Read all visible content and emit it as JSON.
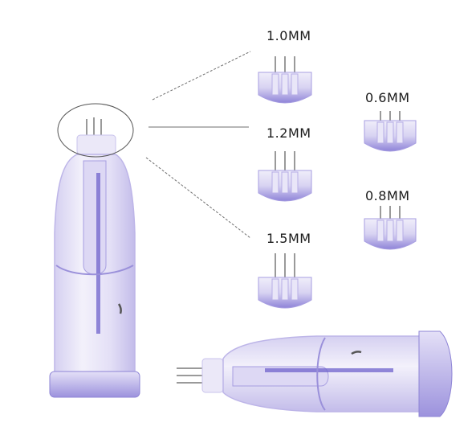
{
  "colors": {
    "plastic_light": "#e6e3f6",
    "plastic_mid": "#c7c1ec",
    "plastic_dark": "#7a6fd0",
    "needle": "#9a9a9a",
    "line": "#7a7a7a"
  },
  "labels": {
    "size_10": "1.0MM",
    "size_12": "1.2MM",
    "size_15": "1.5MM",
    "size_06": "0.6MM",
    "size_08": "0.8MM"
  },
  "needle_lengths_mm": {
    "size_10": 1.0,
    "size_12": 1.2,
    "size_15": 1.5,
    "size_06": 0.6,
    "size_08": 0.8
  }
}
